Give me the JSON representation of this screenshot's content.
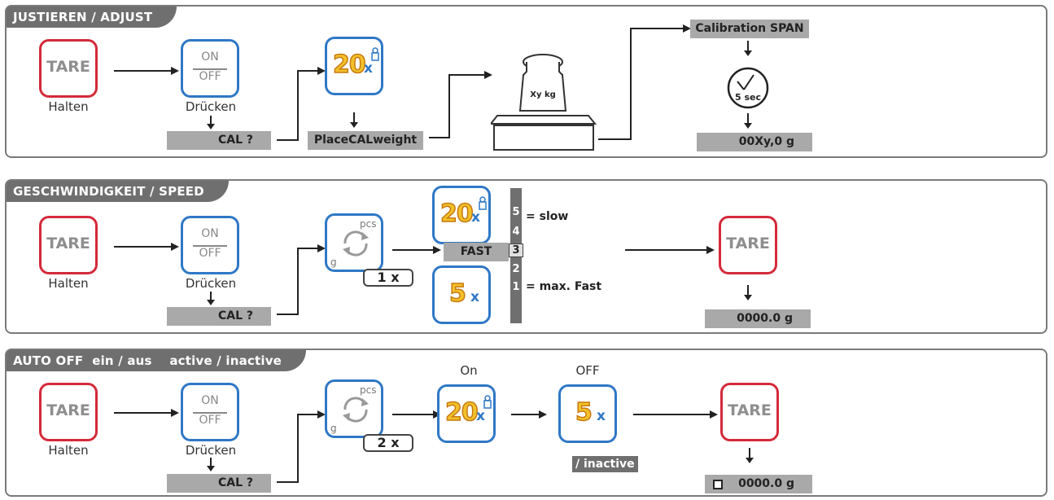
{
  "sections": {
    "adjust": {
      "title": "JUSTIEREN / ADJUST",
      "tare": "TARE",
      "hold": "Halten",
      "on": "ON",
      "off": "OFF",
      "press": "Drücken",
      "cal": "CAL ?",
      "count_num": "20",
      "count_x": "x",
      "place_cal": "PlaceCALweight",
      "weight_label": "Xy kg",
      "cal_span": "Calibration SPAN",
      "timer": "5 sec",
      "result": "00Xy,0  g"
    },
    "speed": {
      "title": "GESCHWINDIGKEIT / SPEED",
      "tare": "TARE",
      "hold": "Halten",
      "on": "ON",
      "off": "OFF",
      "press": "Drücken",
      "cal": "CAL ?",
      "pcs": "pcs",
      "g": "g",
      "press_count": "1 x",
      "top_num": "20",
      "top_x": "x",
      "fast": "FAST",
      "bottom_num": "5",
      "bottom_x": "x",
      "levels": [
        "5",
        "4",
        "3",
        "2",
        "1"
      ],
      "selected": "3",
      "slow_note": "= slow",
      "fast_note": "= max. Fast",
      "final_tare": "TARE",
      "result": "0000.0  g"
    },
    "autooff": {
      "title": "AUTO OFF  ein / aus    active / inactive",
      "tare": "TARE",
      "hold": "Halten",
      "on": "ON",
      "off": "OFF",
      "press": "Drücken",
      "cal": "CAL ?",
      "pcs": "pcs",
      "g": "g",
      "press_count": "2 x",
      "on_caption": "On",
      "off_caption": "OFF",
      "on_num": "20",
      "on_x": "x",
      "off_num": "5",
      "off_x": "x",
      "inactive": "/ inactive",
      "final_tare": "TARE",
      "result": "0000.0  g"
    }
  },
  "colors": {
    "tare_border": "#d42a3a",
    "key_border": "#2f78c5",
    "panel_gray": "#6f6f6f",
    "bar_gray": "#a9a9a9",
    "digit_yellow": "#f2c12a"
  }
}
